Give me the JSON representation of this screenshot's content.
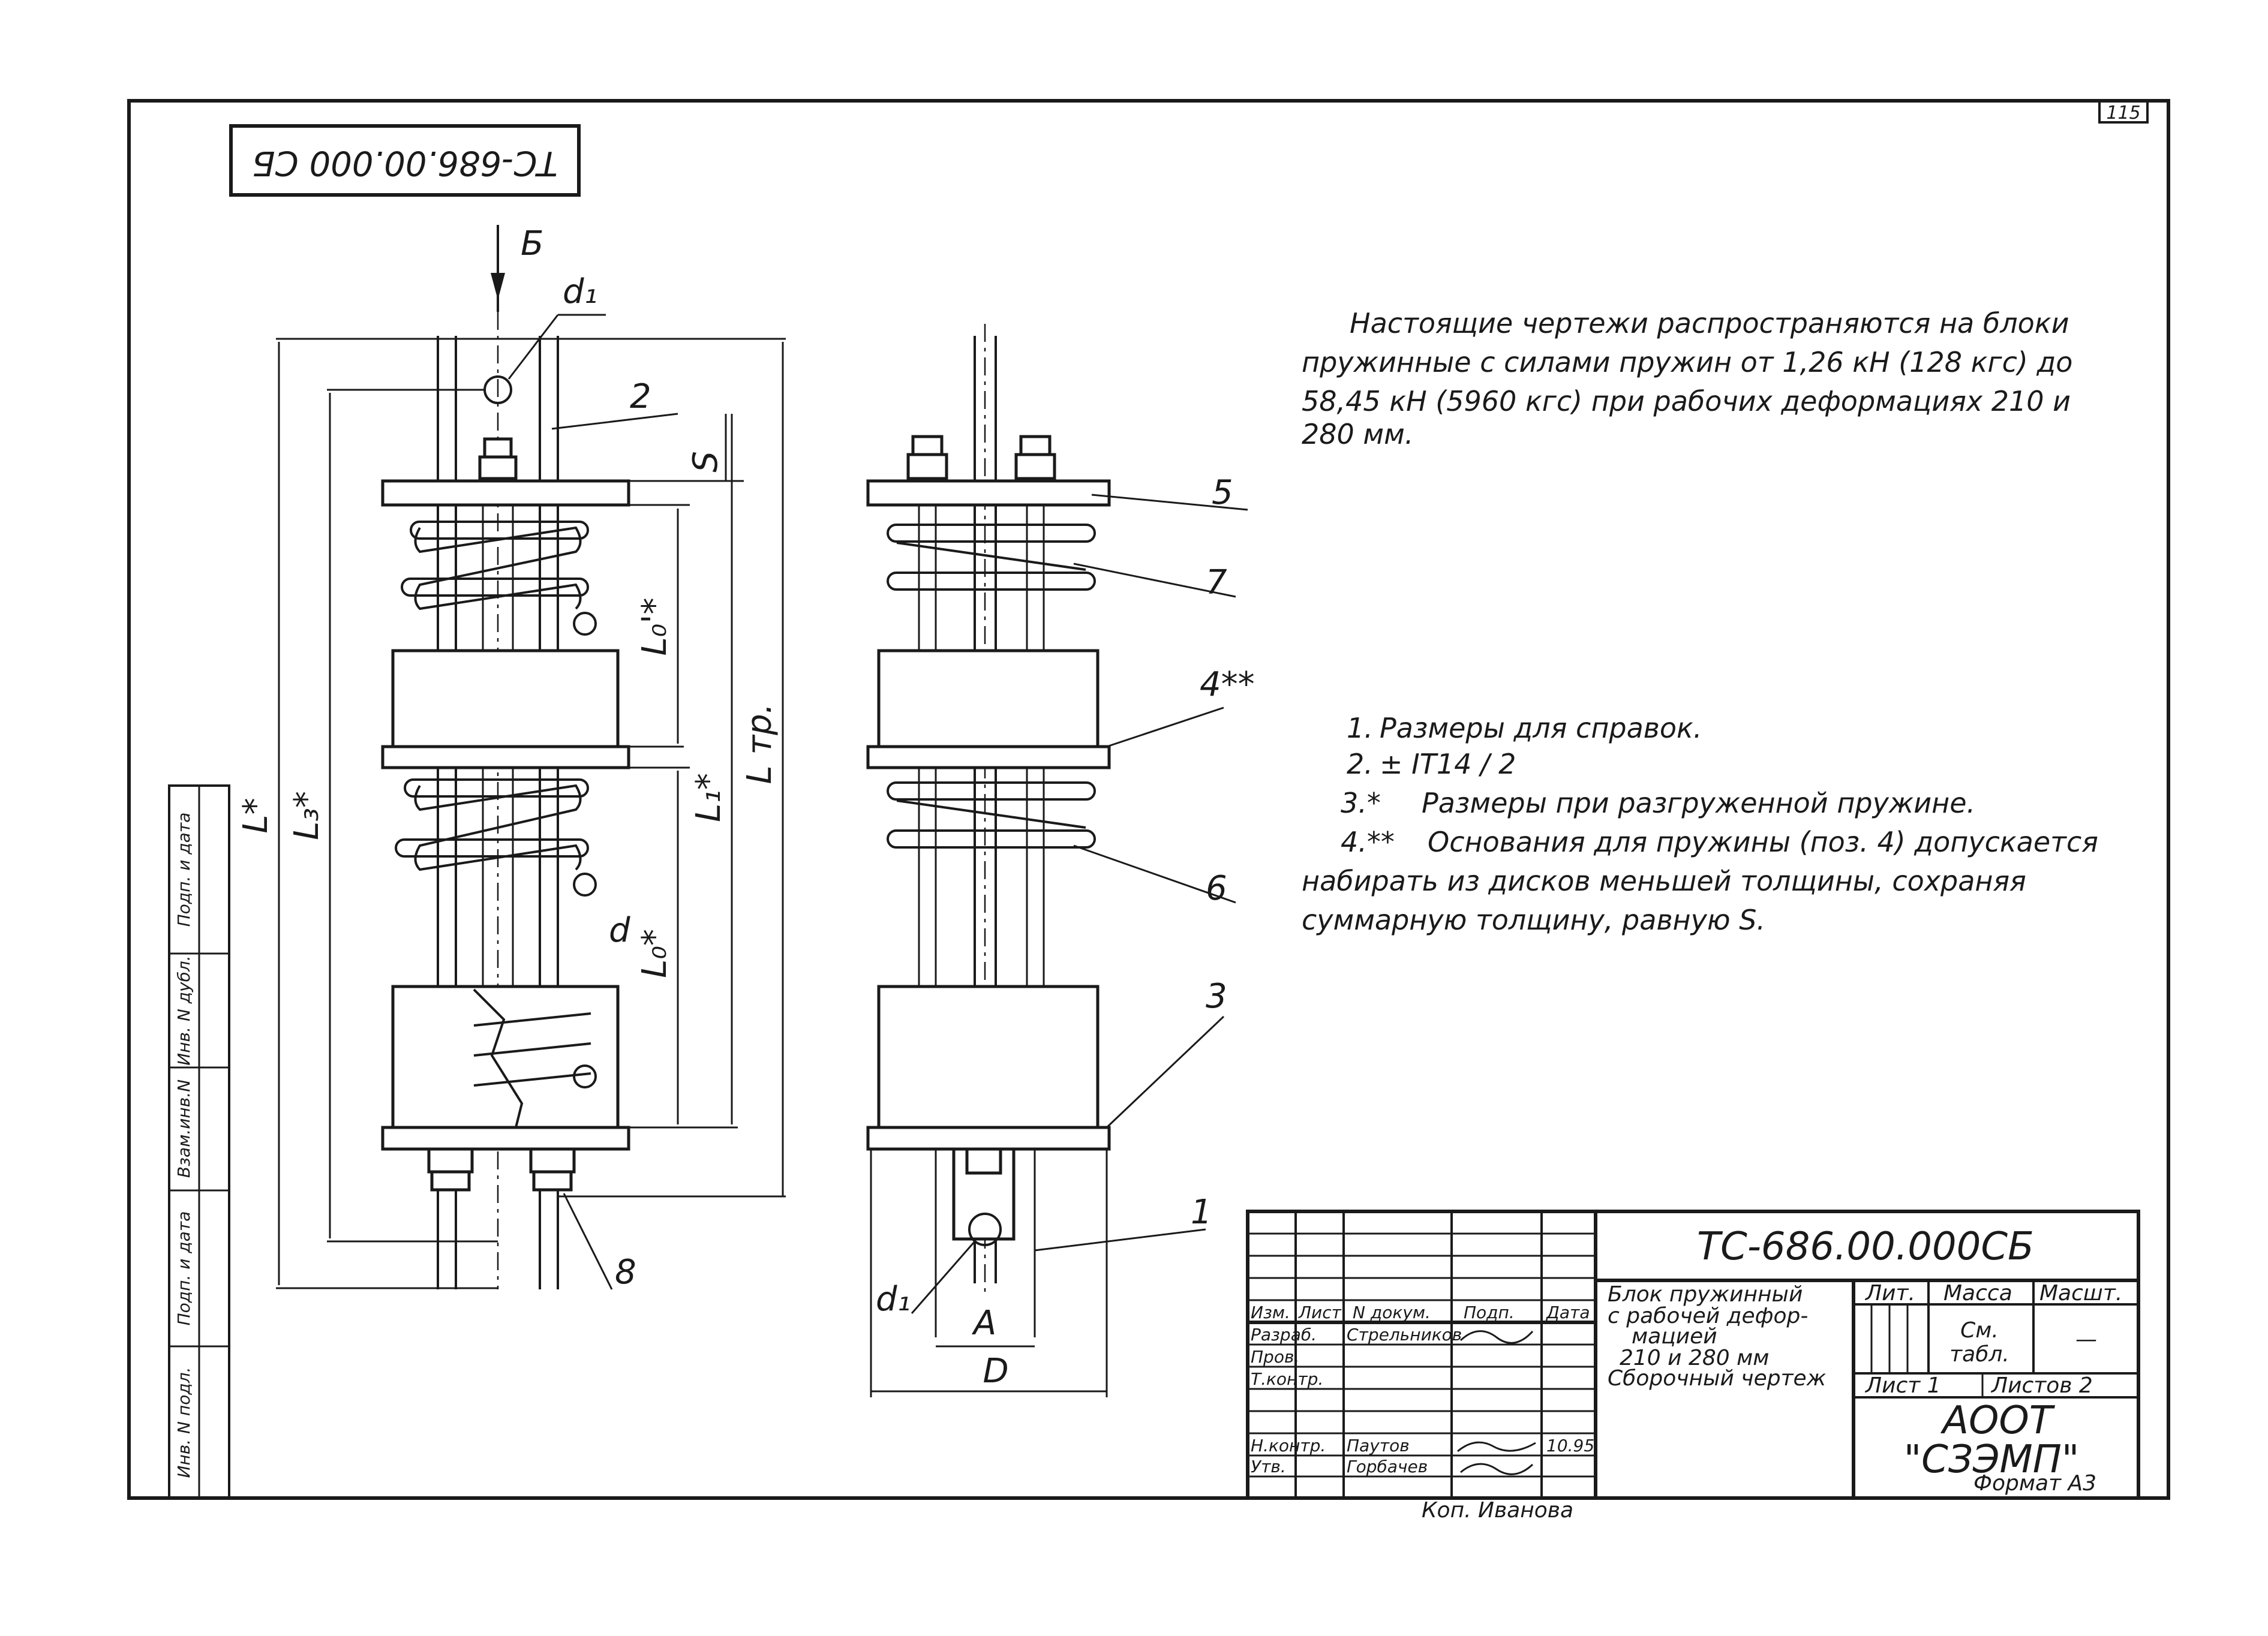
{
  "sheet": {
    "corner_number": "115",
    "stamp_code": "ТС-686.00.000 СБ",
    "view_label": "Б",
    "format_label": "Формат А3",
    "copied_by": "Коп. Иванова"
  },
  "notes": {
    "scope": [
      "Настоящие чертежи распространяются на блоки",
      "пружинные с силами пружин от 1,26 кН (128 кгс) до",
      "58,45 кН (5960 кгс) при рабочих деформациях 210 и",
      "280 мм."
    ],
    "numbered": [
      {
        "num": "1.",
        "text": "Размеры для справок."
      },
      {
        "num": "2.",
        "text": "± IT14 / 2"
      },
      {
        "num": "3.*",
        "text": "Размеры при разгруженной пружине."
      },
      {
        "num": "4.**",
        "text": "Основания для пружины (поз. 4) допускается"
      },
      {
        "num": "",
        "text": "набирать из дисков меньшей толщины, сохраняя"
      },
      {
        "num": "",
        "text": "суммарную толщину, равную S."
      }
    ]
  },
  "drawing": {
    "dimension_labels": {
      "d1_top": "d₁",
      "d1_bottom": "d₁",
      "d": "d",
      "S": "S",
      "L": "L*",
      "L3": "L₃*",
      "L0_top": "L₀'*",
      "L1": "L₁*",
      "Ltr": "L тр.",
      "L0_bottom": "L₀*",
      "A": "А",
      "D": "D"
    },
    "callouts": [
      "1",
      "2",
      "3",
      "4**",
      "5",
      "6",
      "7",
      "8"
    ]
  },
  "side_columns": [
    "Инв. N подл.",
    "Подп. и дата",
    "Взам.инв.N",
    "Инв. N дубл.",
    "Подп. и дата"
  ],
  "title_block": {
    "doc_code": "ТС-686.00.000СБ",
    "name_lines": [
      "Блок пружинный",
      "с рабочей дефор-",
      "мацией",
      "210 и 280 мм",
      "Сборочный чертеж"
    ],
    "headers": {
      "izm": "Изм.",
      "list": "Лист",
      "ndoc": "N докум.",
      "podp": "Подп.",
      "date": "Дата"
    },
    "roles": [
      {
        "role": "Разраб.",
        "name": "Стрельников",
        "date": ""
      },
      {
        "role": "Пров.",
        "name": "",
        "date": ""
      },
      {
        "role": "Т.контр.",
        "name": "",
        "date": ""
      },
      {
        "role": "",
        "name": "",
        "date": ""
      },
      {
        "role": "Н.контр.",
        "name": "Паутов",
        "date": "10.95"
      },
      {
        "role": "Утв.",
        "name": "Горбачев",
        "date": ""
      }
    ],
    "lit_label": "Лит.",
    "mass_label": "Масса",
    "scale_label": "Масшт.",
    "mass_value_1": "См.",
    "mass_value_2": "табл.",
    "scale_value": "—",
    "sheet_label": "Лист 1",
    "sheets_label": "Листов 2",
    "org_1": "АООТ",
    "org_2": "\"СЗЭМП\""
  }
}
